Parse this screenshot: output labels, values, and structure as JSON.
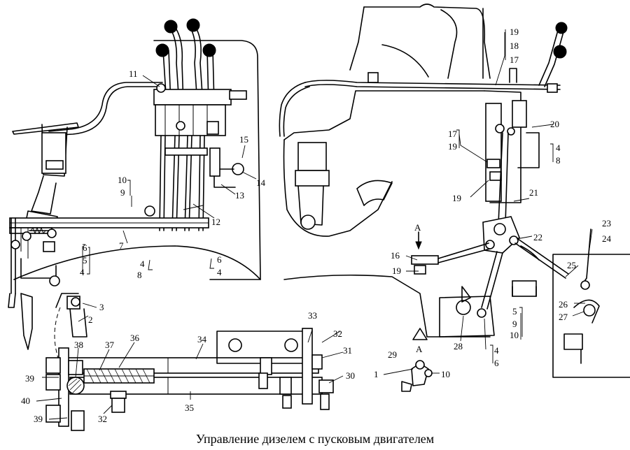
{
  "caption": "Управление дизелем с  пусковым двигателем",
  "view_marker": "A",
  "labels": {
    "l1": "1",
    "l2": "2",
    "l3": "3",
    "l4a": "4",
    "l4b": "4",
    "l4c": "4",
    "l4d": "4",
    "l4e": "4",
    "l5a": "5",
    "l5b": "5",
    "l6a": "6",
    "l6b": "6",
    "l6c": "6",
    "l7": "7",
    "l8a": "8",
    "l8b": "8",
    "l9a": "9",
    "l9b": "9",
    "l10a": "10",
    "l10b": "10",
    "l10c": "10",
    "l11": "11",
    "l12": "12",
    "l13": "13",
    "l14": "14",
    "l15": "15",
    "l16": "16",
    "l17a": "17",
    "l17b": "17",
    "l18": "18",
    "l19a": "19",
    "l19b": "19",
    "l19c": "19",
    "l19d": "19",
    "l20": "20",
    "l21": "21",
    "l22": "22",
    "l23": "23",
    "l24": "24",
    "l25": "25",
    "l26": "26",
    "l27": "27",
    "l28": "28",
    "l29": "29",
    "l30": "30",
    "l31": "31",
    "l32a": "32",
    "l32b": "32",
    "l33": "33",
    "l34": "34",
    "l35": "35",
    "l36": "36",
    "l37": "37",
    "l38": "38",
    "l39a": "39",
    "l39b": "39",
    "l40": "40",
    "lA1": "А",
    "lA2": "А"
  }
}
